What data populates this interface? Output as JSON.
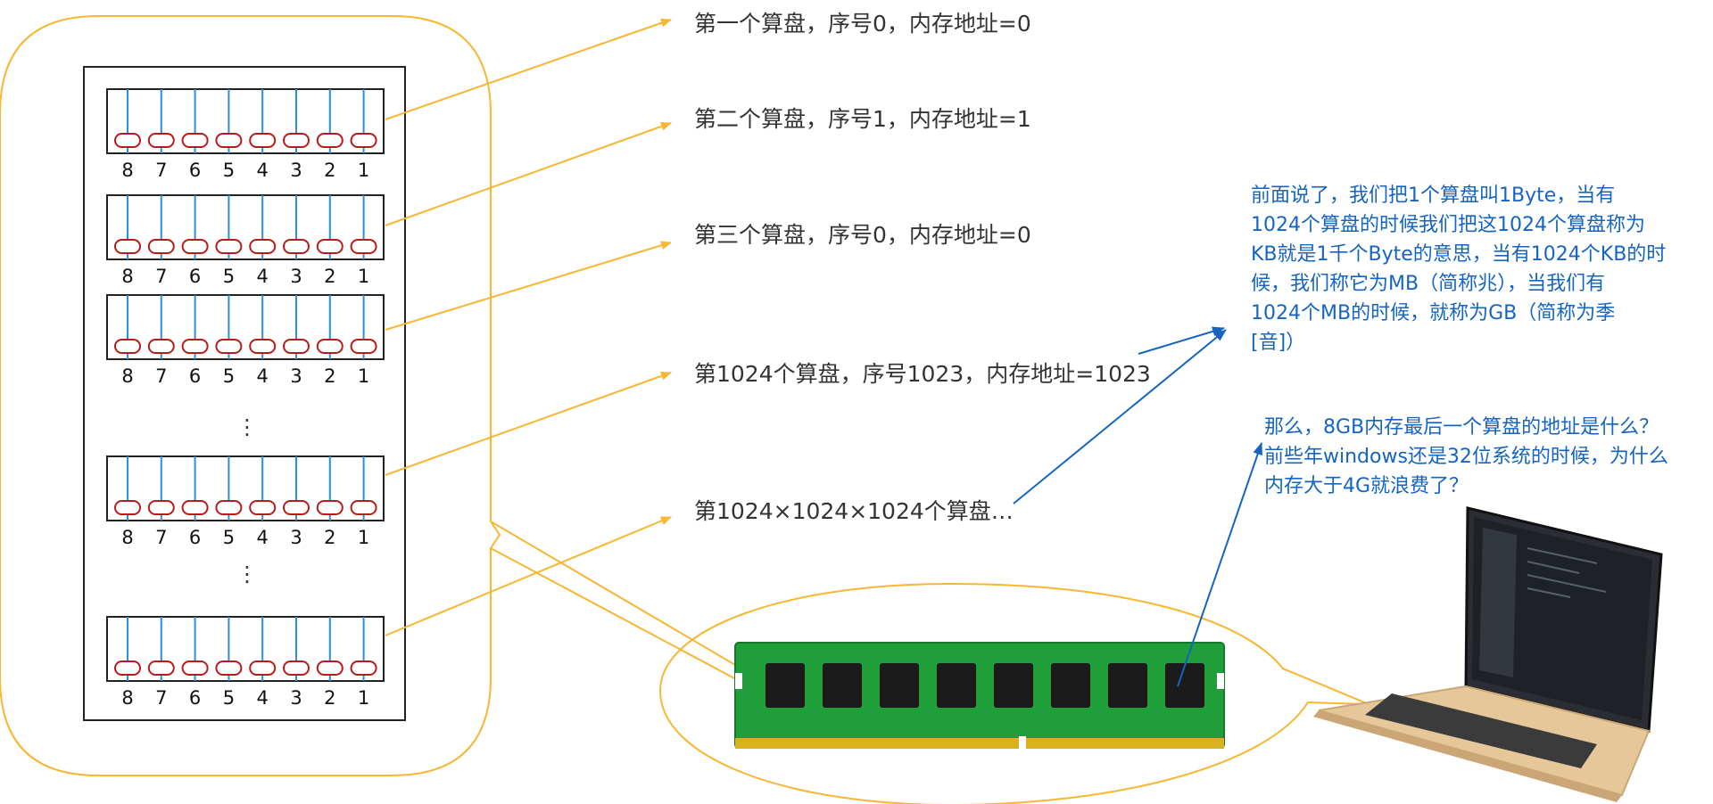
{
  "colors": {
    "orange": "#f7b733",
    "blue_rod": "#2b8fe0",
    "bead": "#b71c1c",
    "frame": "#222222",
    "note_blue": "#1565c0",
    "pcb_green": "#1f9e3a",
    "chip": "#1b1b1b",
    "gold": "#d9b21f"
  },
  "abacus": {
    "digits": [
      "8",
      "7",
      "6",
      "5",
      "4",
      "3",
      "2",
      "1"
    ],
    "ellipsis": "⋮"
  },
  "labels": [
    "第一个算盘，序号0，内存地址=0",
    "第二个算盘，序号1，内存地址=1",
    "第三个算盘，序号0，内存地址=0",
    "第1024个算盘，序号1023，内存地址=1023",
    "第1024×1024×1024个算盘…"
  ],
  "note_top": [
    "前面说了，我们把1个算盘叫1Byte，当有",
    "1024个算盘的时候我们把这1024个算盘称为",
    "KB就是1千个Byte的意思，当有1024个KB的时",
    "候，我们称它为MB（简称兆），当我们有",
    "1024个MB的时候，就称为GB（简称为季",
    "[音]）"
  ],
  "note_bottom": [
    "那么，8GB内存最后一个算盘的地址是什么？",
    "前些年windows还是32位系统的时候，为什么",
    "内存大于4G就浪费了？"
  ],
  "icons": [
    "memory-module-icon",
    "laptop-icon",
    "arrow-icon"
  ]
}
